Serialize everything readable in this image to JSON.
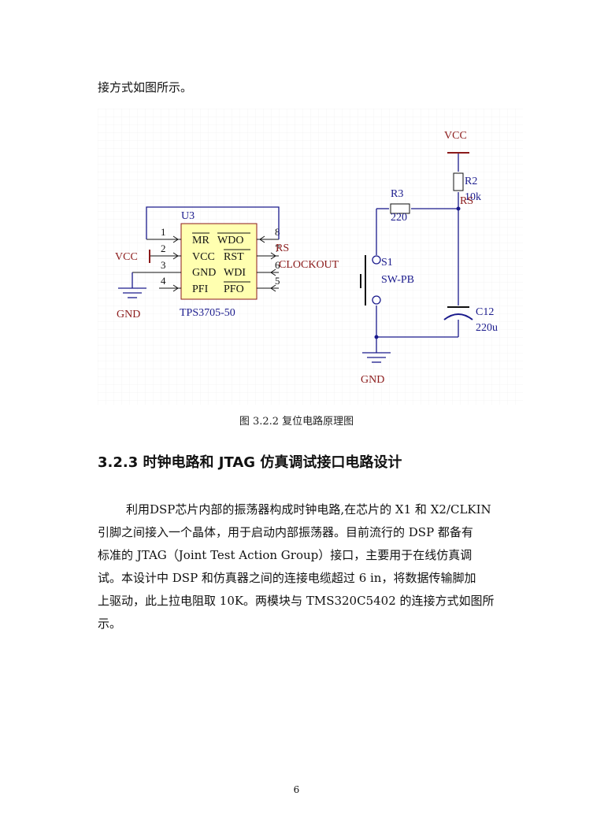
{
  "intro_text": "接方式如图所示。",
  "figure": {
    "ic": {
      "ref": "U3",
      "part": "TPS3705-50",
      "pins_left": [
        "1",
        "2",
        "3",
        "4"
      ],
      "pins_right": [
        "8",
        "7",
        "6",
        "5"
      ],
      "labels_left": [
        "MR",
        "VCC",
        "GND",
        "PFI"
      ],
      "labels_right": [
        "WDO",
        "RST",
        "WDI",
        "PFO"
      ]
    },
    "nets": {
      "vcc_left": "VCC",
      "gnd_left": "GND",
      "rs": "RS",
      "clockout": "CLOCKOUT",
      "vcc_top": "VCC",
      "gnd_bottom": "GND",
      "rs_right": "RS"
    },
    "r3": {
      "ref": "R3",
      "value": "220"
    },
    "r2": {
      "ref": "R2",
      "value": "10k"
    },
    "s1": {
      "ref": "S1",
      "value": "SW-PB"
    },
    "c12": {
      "ref": "C12",
      "value": "220u"
    },
    "colors": {
      "ic_fill": "#ffffb0",
      "ic_border": "#8b1a1a",
      "wire": "#1a1a8c",
      "ref_text": "#1a1a8c",
      "net_text": "#8b1a1a"
    }
  },
  "caption": "图 3.2.2 复位电路原理图",
  "heading": "3.2.3 时钟电路和 JTAG 仿真调试接口电路设计",
  "paragraph_lines": [
    "利用DSP芯片内部的振荡器构成时钟电路,在芯片的 X1 和 X2/CLKIN",
    "引脚之间接入一个晶体，用于启动内部振荡器。目前流行的 DSP 都备有",
    "标准的 JTAG（Joint Test Action Group）接口，主要用于在线仿真调",
    "试。本设计中 DSP 和仿真器之间的连接电缆超过 6 in，将数据传输脚加",
    "上驱动，此上拉电阻取 10K。两模块与 TMS320C5402 的连接方式如图所",
    "示。"
  ],
  "page_number": "6"
}
